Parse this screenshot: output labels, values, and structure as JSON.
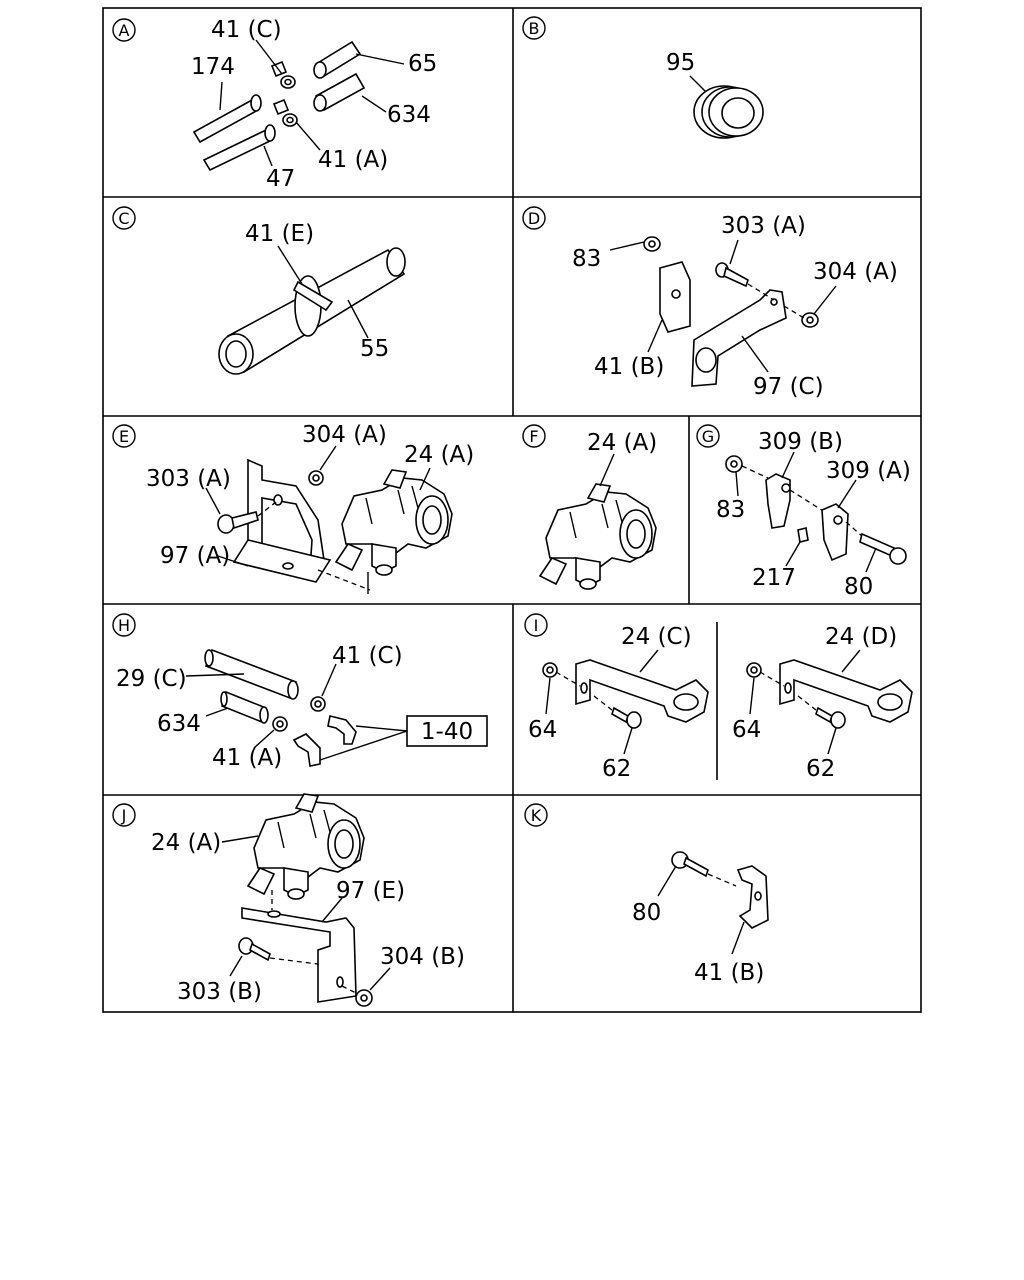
{
  "panels": {
    "A": {
      "letter": "A",
      "labels": [
        "41 (C)",
        "174",
        "65",
        "634",
        "41 (A)",
        "47"
      ]
    },
    "B": {
      "letter": "B",
      "labels": [
        "95"
      ]
    },
    "C": {
      "letter": "C",
      "labels": [
        "41 (E)",
        "55"
      ]
    },
    "D": {
      "letter": "D",
      "labels": [
        "83",
        "303 (A)",
        "304 (A)",
        "41 (B)",
        "97 (C)"
      ]
    },
    "E": {
      "letter": "E",
      "labels": [
        "304 (A)",
        "303 (A)",
        "24 (A)",
        "97 (A)"
      ]
    },
    "F": {
      "letter": "F",
      "labels": [
        "24 (A)"
      ]
    },
    "G": {
      "letter": "G",
      "labels": [
        "309 (B)",
        "309 (A)",
        "83",
        "217",
        "80"
      ]
    },
    "H": {
      "letter": "H",
      "labels": [
        "41 (C)",
        "29 (C)",
        "634",
        "41 (A)"
      ],
      "ref_box": "1-40"
    },
    "I": {
      "letter": "I",
      "labels": [
        "24 (C)",
        "64",
        "62",
        "24 (D)",
        "64",
        "62"
      ]
    },
    "J": {
      "letter": "J",
      "labels": [
        "24 (A)",
        "97 (E)",
        "303 (B)",
        "304 (B)"
      ]
    },
    "K": {
      "letter": "K",
      "labels": [
        "80",
        "41 (B)"
      ]
    }
  }
}
